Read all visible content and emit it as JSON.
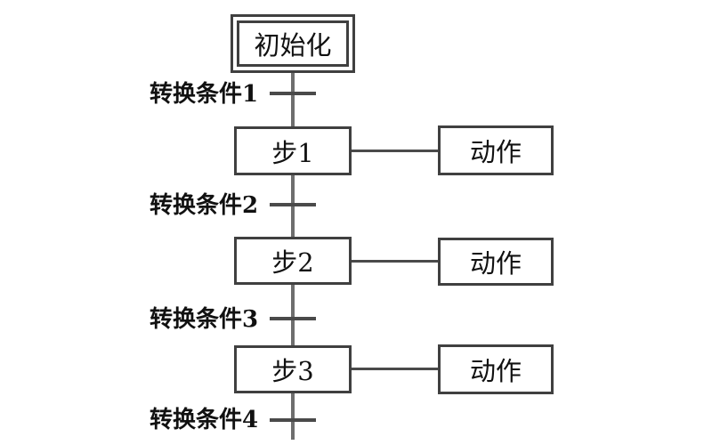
{
  "diagram": {
    "type": "sequential-function-chart",
    "initial_step": {
      "label": "初始化"
    },
    "steps": [
      {
        "label": "步1",
        "action": "动作"
      },
      {
        "label": "步2",
        "action": "动作"
      },
      {
        "label": "步3",
        "action": "动作"
      }
    ],
    "transitions": [
      {
        "label": "转换条件1"
      },
      {
        "label": "转换条件2"
      },
      {
        "label": "转换条件3"
      },
      {
        "label": "转换条件4"
      }
    ],
    "colors": {
      "background": "#ffffff",
      "box_border": "#404040",
      "flow_line": "#6e6e6e",
      "tick": "#4a4a4a",
      "text": "#111111"
    }
  }
}
